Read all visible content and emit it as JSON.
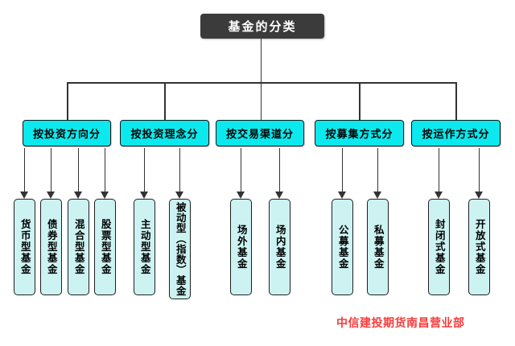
{
  "title": "基金的分类",
  "watermark": "中信建投期货南昌营业部",
  "colors": {
    "title_bg": "#3b3b3b",
    "title_text": "#ffffff",
    "category_fill": "#0be9ee",
    "leaf_fill": "#cdf2f2",
    "border": "#141414",
    "line": "#333333",
    "watermark_red": "#f53c3c"
  },
  "chart_type": "tree-diagram",
  "categories": [
    {
      "label": "按投资方向分",
      "children": [
        "货币型基金",
        "债券型基金",
        "混合型基金",
        "股票型基金"
      ]
    },
    {
      "label": "按投资理念分",
      "children": [
        "主动型基金",
        "被动型（指数）基金"
      ]
    },
    {
      "label": "按交易渠道分",
      "children": [
        "场外基金",
        "场内基金"
      ]
    },
    {
      "label": "按募集方式分",
      "children": [
        "公募基金",
        "私募基金"
      ]
    },
    {
      "label": "按运作方式分",
      "children": [
        "封闭式基金",
        "开放式基金"
      ]
    }
  ]
}
